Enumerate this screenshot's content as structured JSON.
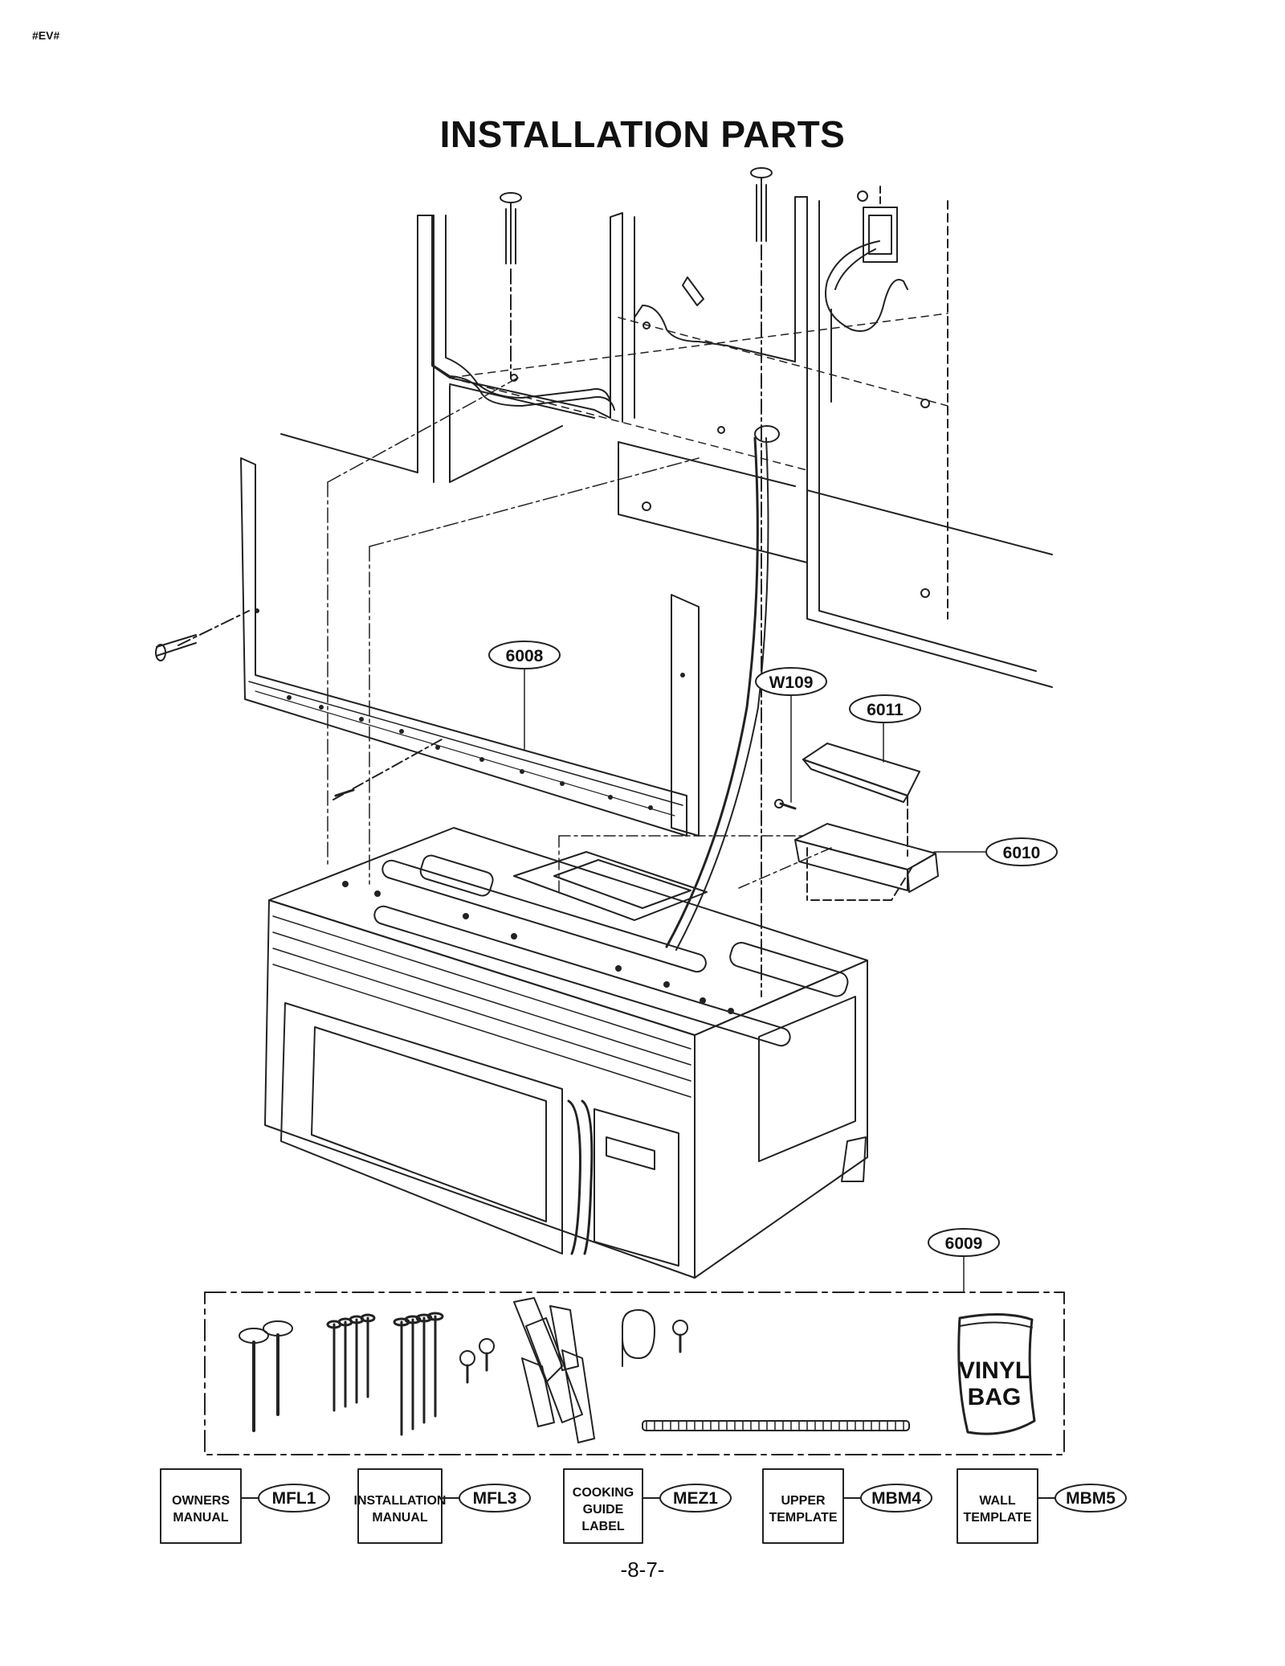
{
  "header": {
    "code": "#EV#",
    "title": "INSTALLATION PARTS"
  },
  "callouts": {
    "c6008": "6008",
    "cw109": "W109",
    "c6011": "6011",
    "c6010": "6010",
    "c6009": "6009"
  },
  "kit": {
    "bag_line1": "VINYL",
    "bag_line2": "BAG"
  },
  "documents": [
    {
      "lines": [
        "OWNERS",
        "MANUAL"
      ],
      "code": "MFL1"
    },
    {
      "lines": [
        "INSTALLATION",
        "MANUAL"
      ],
      "code": "MFL3"
    },
    {
      "lines": [
        "COOKING",
        "GUIDE",
        "LABEL"
      ],
      "code": "MEZ1"
    },
    {
      "lines": [
        "UPPER",
        "TEMPLATE"
      ],
      "code": "MBM4"
    },
    {
      "lines": [
        "WALL",
        "TEMPLATE"
      ],
      "code": "MBM5"
    }
  ],
  "footer": {
    "page_number": "-8-7-"
  }
}
